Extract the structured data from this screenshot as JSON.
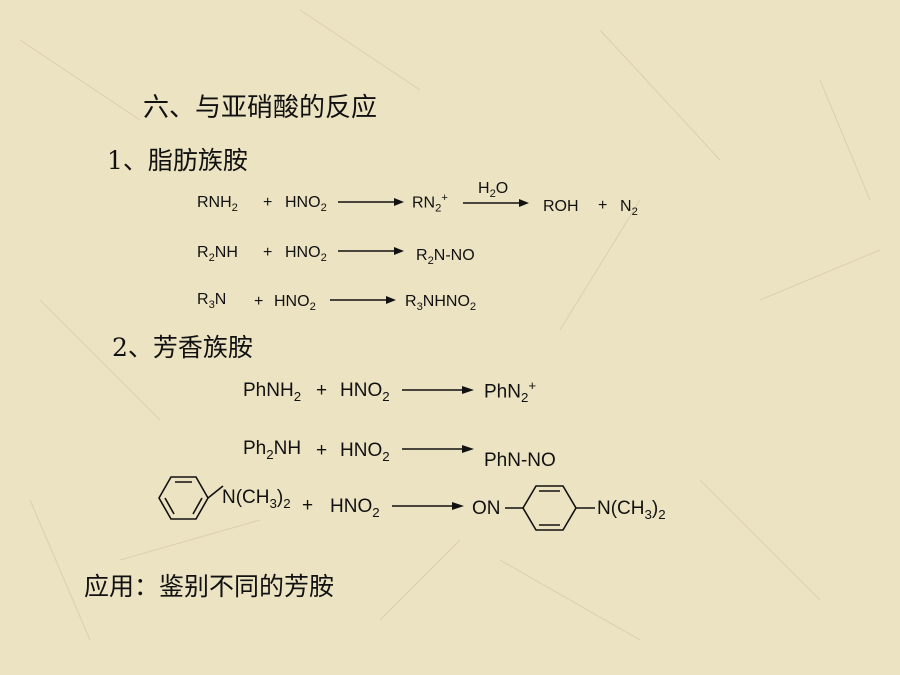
{
  "slide": {
    "section_title": "六、与亚硝酸的反应",
    "sub1_title": "1、脂肪族胺",
    "sub2_title": "2、芳香族胺",
    "application": "应用：鉴别不同的芳胺"
  },
  "aliphatic": {
    "eq1": {
      "r1": "RNH",
      "r1_sub": "2",
      "plus1": "+",
      "r2": "HNO",
      "r2_sub": "2",
      "p1": "RN",
      "p1_sub": "2",
      "p1_sup": "+",
      "cond": "H",
      "cond_sub": "2",
      "cond2": "O",
      "p2": "ROH",
      "plus2": "+",
      "p3": "N",
      "p3_sub": "2"
    },
    "eq2": {
      "r1a": "R",
      "r1_sub": "2",
      "r1b": "NH",
      "plus": "+",
      "r2": "HNO",
      "r2_sub": "2",
      "pa": "R",
      "p_sub": "2",
      "pb": "N-NO"
    },
    "eq3": {
      "r1a": "R",
      "r1_sub": "3",
      "r1b": "N",
      "plus": "+",
      "r2": "HNO",
      "r2_sub": "2",
      "pa": "R",
      "p_sub": "3",
      "pb": "NHNO",
      "p_sub2": "2"
    }
  },
  "aromatic": {
    "eq1": {
      "r1": "PhNH",
      "r1_sub": "2",
      "plus": "+",
      "r2": "HNO",
      "r2_sub": "2",
      "p": "PhN",
      "p_sub": "2",
      "p_sup": "+"
    },
    "eq2": {
      "r1a": "Ph",
      "r1_sub": "2",
      "r1b": "NH",
      "plus": "+",
      "r2": "HNO",
      "r2_sub": "2",
      "p": "PhN-NO"
    },
    "eq3": {
      "r1": "N(CH",
      "r1_sub": "3",
      "r1b": ")",
      "r1_sub2": "2",
      "plus": "+",
      "r2": "HNO",
      "r2_sub": "2",
      "p_on": "ON",
      "p_n": "N(CH",
      "p_sub": "3",
      "p_nb": ")",
      "p_sub2": "2"
    }
  }
}
